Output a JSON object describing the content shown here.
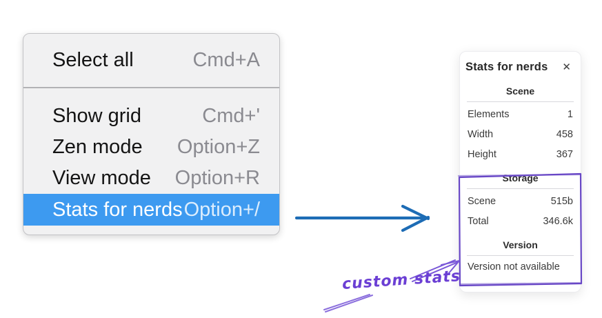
{
  "menu": {
    "items": [
      {
        "label": "Select all",
        "shortcut": "Cmd+A",
        "highlighted": false
      },
      {
        "label": "Show grid",
        "shortcut": "Cmd+'",
        "highlighted": false
      },
      {
        "label": "Zen mode",
        "shortcut": "Option+Z",
        "highlighted": false
      },
      {
        "label": "View mode",
        "shortcut": "Option+R",
        "highlighted": false
      },
      {
        "label": "Stats for nerds",
        "shortcut": "Option+/",
        "highlighted": true
      }
    ]
  },
  "panel": {
    "title": "Stats for nerds",
    "close_glyph": "✕",
    "sections": [
      {
        "title": "Scene",
        "rows": [
          {
            "label": "Elements",
            "value": "1"
          },
          {
            "label": "Width",
            "value": "458"
          },
          {
            "label": "Height",
            "value": "367"
          }
        ]
      },
      {
        "title": "Storage",
        "rows": [
          {
            "label": "Scene",
            "value": "515b"
          },
          {
            "label": "Total",
            "value": "346.6k"
          }
        ]
      },
      {
        "title": "Version",
        "note": "Version not available"
      }
    ]
  },
  "annotation": {
    "label": "custom stats"
  },
  "colors": {
    "menu_highlight": "#3d9af0",
    "flow_arrow_blue": "#1d6cb5",
    "annotation_purple": "#6a48c9"
  }
}
